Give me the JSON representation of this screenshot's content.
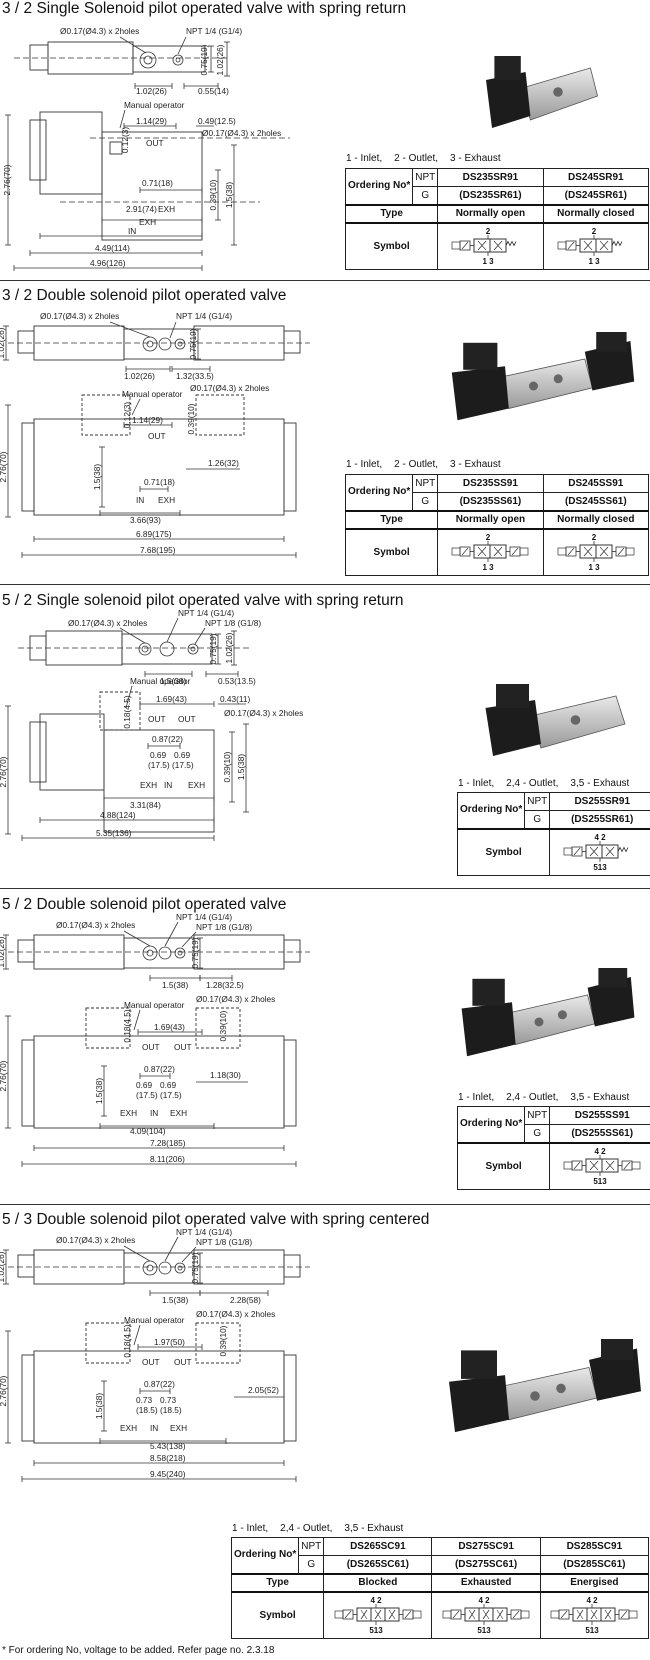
{
  "sections": [
    {
      "title": "3 / 2 Single Solenoid pilot operated valve with spring return",
      "dims": [
        "Ø0.17(Ø4.3) x 2holes",
        "NPT 1/4 (G1/4)",
        "0.75(19)",
        "1.02(26)",
        "1.02(26)",
        "0.55(14)",
        "Manual operator",
        "1.14(29)",
        "0.49(12.5)",
        "Ø0.17(Ø4.3) x 2holes",
        "0.12(3)",
        "OUT",
        "2.76(70)",
        "0.71(18)",
        "0.39(10)",
        "1.5(38)",
        "2.91(74)",
        "IN",
        "EXH",
        "4.49(114)",
        "4.96(126)"
      ],
      "legend": [
        "1 - Inlet,",
        "2 - Outlet,",
        "3 - Exhaust"
      ],
      "table": {
        "ordering": "Ordering No*",
        "npt": "NPT",
        "g": "G",
        "type": "Type",
        "symbol": "Symbol",
        "cols": [
          {
            "npt": "DS235SR91",
            "g": "(DS235SR61)",
            "type": "Normally open",
            "ports_top": "2",
            "ports_bottom": "1 3"
          },
          {
            "npt": "DS245SR91",
            "g": "(DS245SR61)",
            "type": "Normally closed",
            "ports_top": "2",
            "ports_bottom": "1 3"
          }
        ]
      }
    },
    {
      "title": "3 / 2 Double solenoid pilot operated valve",
      "dims": [
        "Ø0.17(Ø4.3) x 2holes",
        "NPT 1/4 (G1/4)",
        "1.02(26)",
        "0.75(19)",
        "1.02(26)",
        "1.32(33.5)",
        "Manual operator",
        "Ø0.17(Ø4.3) x 2holes",
        "0.12(3)",
        "1.14(29)",
        "0.39(10)",
        "OUT",
        "2.76(70)",
        "1.26(32)",
        "1.5(38)",
        "0.71(18)",
        "IN",
        "EXH",
        "3.66(93)",
        "6.89(175)",
        "7.68(195)"
      ],
      "legend": [
        "1 - Inlet,",
        "2 - Outlet,",
        "3 - Exhaust"
      ],
      "table": {
        "ordering": "Ordering No*",
        "npt": "NPT",
        "g": "G",
        "type": "Type",
        "symbol": "Symbol",
        "cols": [
          {
            "npt": "DS235SS91",
            "g": "(DS235SS61)",
            "type": "Normally open",
            "ports_top": "2",
            "ports_bottom": "1 3"
          },
          {
            "npt": "DS245SS91",
            "g": "(DS245SS61)",
            "type": "Normally closed",
            "ports_top": "2",
            "ports_bottom": "1 3"
          }
        ]
      }
    },
    {
      "title": "5 / 2 Single solenoid pilot operated valve with spring return",
      "dims": [
        "NPT 1/4 (G1/4)",
        "Ø0.17(Ø4.3) x 2holes",
        "NPT 1/8 (G1/8)",
        "0.75(19)",
        "1.02(26)",
        "1.5(38)",
        "0.53(13.5)",
        "Manual operator",
        "0.18(4.5)",
        "1.69(43)",
        "0.43(11)",
        "OUT",
        "OUT",
        "Ø0.17(Ø4.3) x 2holes",
        "2.76(70)",
        "0.87(22)",
        "0.69",
        "0.69",
        "(17.5)",
        "(17.5)",
        "0.39(10)",
        "1.5(38)",
        "EXH",
        "IN",
        "EXH",
        "3.31(84)",
        "4.88(124)",
        "5.35(136)"
      ],
      "legend": [
        "1 - Inlet,",
        "2,4 - Outlet,",
        "3,5 - Exhaust"
      ],
      "table": {
        "ordering": "Ordering No*",
        "npt": "NPT",
        "g": "G",
        "symbol": "Symbol",
        "cols": [
          {
            "npt": "DS255SR91",
            "g": "(DS255SR61)",
            "ports_top": "4 2",
            "ports_bottom": "513"
          }
        ]
      }
    },
    {
      "title": "5 / 2 Double solenoid pilot operated valve",
      "dims": [
        "NPT 1/4 (G1/4)",
        "Ø0.17(Ø4.3) x 2holes",
        "NPT 1/8 (G1/8)",
        "1.02(26)",
        "0.75(19)",
        "1.5(38)",
        "1.28(32.5)",
        "Manual operator",
        "Ø0.17(Ø4.3) x 2holes",
        "0.18(4.5)",
        "1.69(43)",
        "0.39(10)",
        "OUT",
        "OUT",
        "2.76(70)",
        "1.5(38)",
        "0.87(22)",
        "1.18(30)",
        "0.69",
        "0.69",
        "(17.5)",
        "(17.5)",
        "EXH",
        "IN",
        "EXH",
        "4.09(104)",
        "7.28(185)",
        "8.11(206)"
      ],
      "legend": [
        "1 - Inlet,",
        "2,4 - Outlet,",
        "3,5 - Exhaust"
      ],
      "table": {
        "ordering": "Ordering No*",
        "npt": "NPT",
        "g": "G",
        "symbol": "Symbol",
        "cols": [
          {
            "npt": "DS255SS91",
            "g": "(DS255SS61)",
            "ports_top": "4 2",
            "ports_bottom": "513"
          }
        ]
      }
    },
    {
      "title": "5 / 3 Double solenoid pilot operated valve with spring centered",
      "dims": [
        "NPT 1/4 (G1/4)",
        "Ø0.17(Ø4.3) x 2holes",
        "NPT 1/8 (G1/8)",
        "1.02(26)",
        "0.75(19)",
        "1.5(38)",
        "2.28(58)",
        "Manual operator",
        "Ø0.17(Ø4.3) x 2holes",
        "0.18(4.5)",
        "1.97(50)",
        "0.39(10)",
        "OUT",
        "OUT",
        "2.76(70)",
        "1.5(38)",
        "0.87(22)",
        "2.05(52)",
        "0.73",
        "0.73",
        "(18.5)",
        "(18.5)",
        "EXH",
        "IN",
        "EXH",
        "5.43(138)",
        "8.58(218)",
        "9.45(240)"
      ],
      "legend": [
        "1 - Inlet,",
        "2,4 - Outlet,",
        "3,5 - Exhaust"
      ],
      "table": {
        "ordering": "Ordering No*",
        "npt": "NPT",
        "g": "G",
        "type": "Type",
        "symbol": "Symbol",
        "cols": [
          {
            "npt": "DS265SC91",
            "g": "(DS265SC61)",
            "type": "Blocked",
            "ports_top": "4 2",
            "ports_bottom": "513"
          },
          {
            "npt": "DS275SC91",
            "g": "(DS275SC61)",
            "type": "Exhausted",
            "ports_top": "4 2",
            "ports_bottom": "513"
          },
          {
            "npt": "DS285SC91",
            "g": "(DS285SC61)",
            "type": "Energised",
            "ports_top": "4 2",
            "ports_bottom": "513"
          }
        ]
      }
    }
  ],
  "footer": "* For ordering No, voltage to be added. Refer page no. 2.3.18"
}
